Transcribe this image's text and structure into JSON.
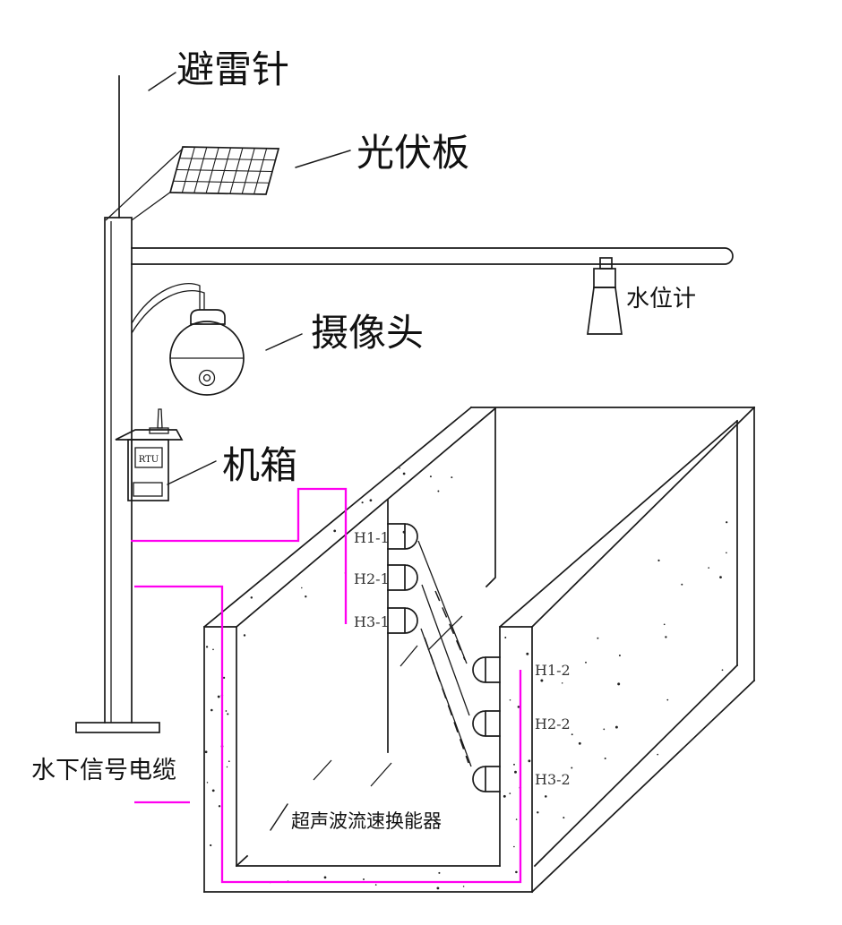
{
  "diagram": {
    "labels": {
      "lightning_rod": "避雷针",
      "solar_panel": "光伏板",
      "camera": "摄像头",
      "cabinet": "机箱",
      "rtu": "RTU",
      "water_level_gauge": "水位计",
      "underwater_cable": "水下信号电缆",
      "flow_transducer": "超声波流速换能器"
    },
    "transducers": {
      "left": [
        "H1-1",
        "H2-1",
        "H3-1"
      ],
      "right": [
        "H1-2",
        "H2-2",
        "H3-2"
      ]
    },
    "colors": {
      "line": "#1a1a1a",
      "cable": "#ff00f0"
    }
  }
}
